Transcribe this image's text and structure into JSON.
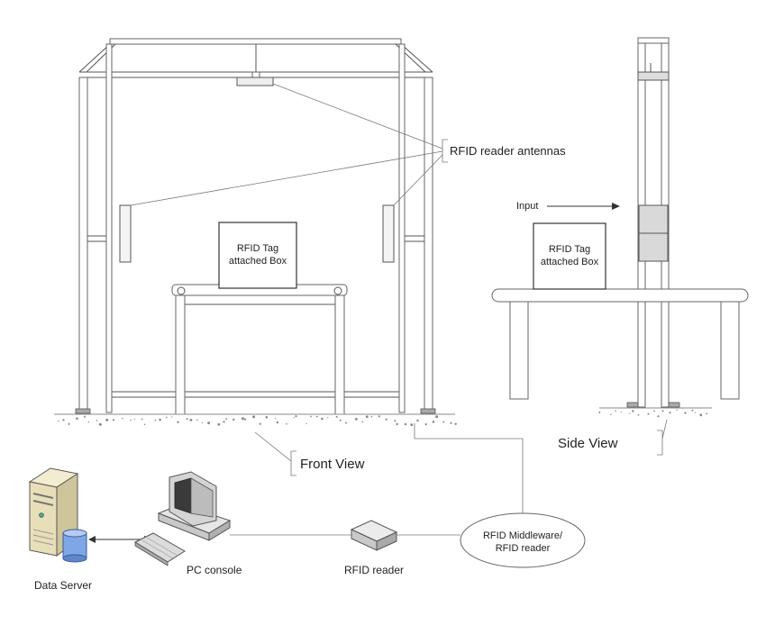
{
  "labels": {
    "antennas": "RFID reader antennas",
    "front_view": "Front View",
    "side_view": "Side View",
    "input": "Input",
    "tag_box_front_line1": "RFID Tag",
    "tag_box_front_line2": "attached Box",
    "tag_box_side_line1": "RFID Tag",
    "tag_box_side_line2": "attached Box",
    "data_server": "Data Server",
    "pc_console": "PC console",
    "rfid_reader": "RFID reader",
    "middleware_line1": "RFID Middleware/",
    "middleware_line2": "RFID reader"
  },
  "colors": {
    "line": "#555555",
    "server_body": "#e8dfb8",
    "monitor_body": "#cfcfcf",
    "panel_gray": "#d9d9d9"
  },
  "icons": {
    "server": "server-tower-icon",
    "database": "database-cylinder-icon",
    "computer": "desktop-computer-icon",
    "reader": "rfid-reader-device-icon"
  }
}
